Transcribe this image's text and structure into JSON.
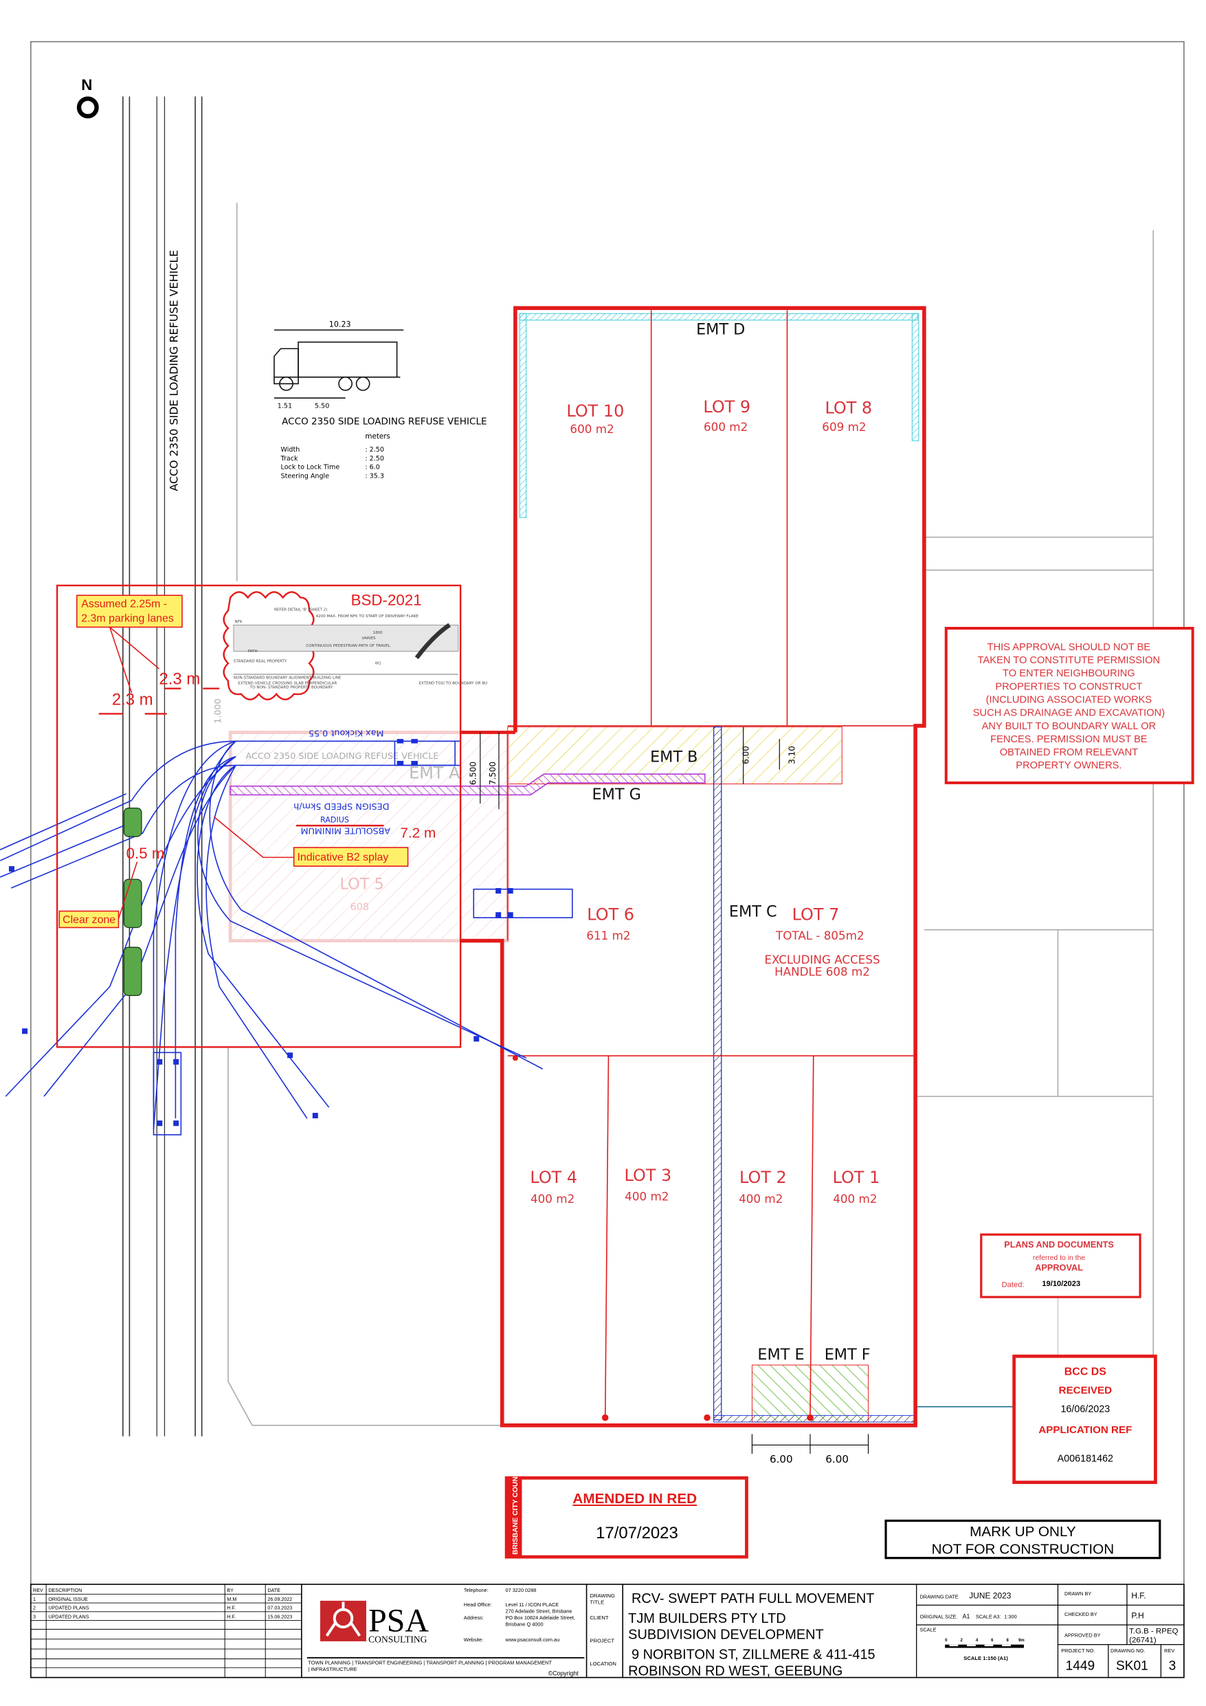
{
  "drawing": {
    "north_label": "N",
    "road_label": "ACCO 2350 SIDE LOADING REFUSE VEHICLE",
    "lots": [
      {
        "name": "LOT 10",
        "area": "600 m2"
      },
      {
        "name": "LOT 9",
        "area": "600 m2"
      },
      {
        "name": "LOT 8",
        "area": "609 m2"
      },
      {
        "name": "LOT 6",
        "area": "611 m2"
      },
      {
        "name": "LOT 4",
        "area": "400 m2"
      },
      {
        "name": "LOT 3",
        "area": "400 m2"
      },
      {
        "name": "LOT 2",
        "area": "400 m2"
      },
      {
        "name": "LOT 1",
        "area": "400 m2"
      }
    ],
    "lot7": {
      "name": "LOT 7",
      "total": "TOTAL - 805m2",
      "excl_line1": "EXCLUDING ACCESS",
      "excl_line2": "HANDLE 608 m2"
    },
    "lot5_ghost": {
      "name": "LOT 5",
      "area": "608"
    },
    "easements": {
      "a": "EMT A",
      "b": "EMT B",
      "c": "EMT C",
      "d": "EMT D",
      "e": "EMT E",
      "f": "EMT F",
      "g": "EMT G"
    },
    "dimensions": {
      "d6500": "6.500",
      "d7500": "7.500",
      "d600": "6.00",
      "d310": "3.10",
      "e_width": "6.00",
      "f_width": "6.00"
    }
  },
  "vehicle": {
    "overall_length": "10.23",
    "front_overhang": "1.51",
    "wheelbase": "5.50",
    "title": "ACCO 2350 SIDE LOADING REFUSE VEHICLE",
    "units": "meters",
    "specs": [
      {
        "label": "Width",
        "value": ": 2.50"
      },
      {
        "label": "Track",
        "value": ": 2.50"
      },
      {
        "label": "Lock to Lock Time",
        "value": ": 6.0"
      },
      {
        "label": "Steering Angle",
        "value": ": 35.3"
      }
    ]
  },
  "markup": {
    "bsd_title": "BSD-2021",
    "parking_note_line1": "Assumed 2.25m -",
    "parking_note_line2": "2.3m parking lanes",
    "dim_left": "2.3 m",
    "dim_right": "2.3 m",
    "dim_kerb": "1.000",
    "dim_clear": "0.5 m",
    "clear_zone": "Clear zone",
    "b2_splay": "Indicative B2 splay",
    "max_kickout": "Max Kickout 0.55",
    "design_speed": "DESIGN SPEED 5km/h",
    "radius_label": "RADIUS",
    "radius_value": "7.2 m",
    "abs_min": "ABSOLUTE MINIMUM",
    "swept_vehicle": "ACCO 2350 SIDE LOADING REFUSE VEHICLE",
    "bsd_notes": {
      "refer_b": "REFER DETAIL 'B' (SHEET 2)",
      "max4200": "4200 MAX. FROM NFK TO START OF DRIVEWAY FLARE",
      "nfk": "NFK",
      "path": "PATH",
      "continuous": "CONTINUOUS PEDESTRIAN PATH OF TRAVEL",
      "std_property": "STANDARD REAL PROPERTY",
      "varies": "VARIES",
      "w1": "W1",
      "non_std": "NON-STANDARD BOUNDARY ALIGNMENT/BUILDING LINE",
      "extend1": "EXTEND VEHICLE CROSSING SLAB PERPENDICULAR",
      "extend2": "TO NON- STANDARD PROPERTY BOUNDARY",
      "tgsi": "EXTEND TGSI TO BOUNDARY OR BU",
      "dim1800": "1800"
    }
  },
  "stamps": {
    "approval_note": [
      "THIS APPROVAL SHOULD NOT BE",
      "TAKEN TO CONSTITUTE PERMISSION",
      "TO ENTER NEIGHBOURING",
      "PROPERTIES TO CONSTRUCT",
      "(INCLUDING ASSOCIATED WORKS",
      "SUCH AS DRAINAGE AND EXCAVATION)",
      "ANY BUILT TO BOUNDARY WALL OR",
      "FENCES.  PERMISSION MUST BE",
      "OBTAINED FROM RELEVANT",
      "PROPERTY OWNERS."
    ],
    "plans": {
      "line1": "PLANS AND DOCUMENTS",
      "line2": "referred to in the",
      "line3": "APPROVAL",
      "dated_label": "Dated:",
      "dated": "19/10/2023"
    },
    "bcc": {
      "title": "BCC DS",
      "received": "RECEIVED",
      "date": "16/06/2023",
      "ref_label": "APPLICATION REF",
      "ref": "A006181462"
    },
    "amended": {
      "council": "BRISBANE CITY COUNCIL",
      "title": "AMENDED IN RED",
      "date": "17/07/2023"
    },
    "markup_only": {
      "line1": "MARK UP ONLY",
      "line2": "NOT FOR CONSTRUCTION"
    }
  },
  "title_block": {
    "rev_headers": [
      "REV",
      "DESCRIPTION",
      "BY",
      "DATE"
    ],
    "revisions": [
      {
        "rev": "1",
        "desc": "ORIGINAL ISSUE",
        "by": "M.M",
        "date": "26.09.2022"
      },
      {
        "rev": "2",
        "desc": "UPDATED PLANS",
        "by": "H.F.",
        "date": "07.03.2023"
      },
      {
        "rev": "3",
        "desc": "UPDATED PLANS",
        "by": "H.F.",
        "date": "15.06.2023"
      }
    ],
    "company": {
      "logo_main": "PSA",
      "logo_sub": "CONSULTING",
      "services_line1": "TOWN PLANNING | TRANSPORT ENGINEERING | TRANSPORT PLANNING | PROGRAM MANAGEMENT",
      "services_line2": "| INFRASTRUCTURE",
      "copyright": "©Copyright"
    },
    "contact": {
      "telephone_label": "Telephone:",
      "telephone": "07 3220 0288",
      "office_label": "Head Office:",
      "office": "Level 11 / ICON PLACE",
      "office2": "270 Adelaide Street, Brisbane",
      "address_label": "Address:",
      "address": "PO Box 10824 Adelaide Street,",
      "address2": "Brisbane Q 4000",
      "website_label": "Website:",
      "website": "www.psaconsult.com.au"
    },
    "labels": {
      "drawing_title": [
        "DRAWING",
        "TITLE"
      ],
      "client": "CLIENT",
      "project": "PROJECT",
      "location": "LOCATION"
    },
    "drawing_title": "RCV- SWEPT PATH FULL MOVEMENT",
    "client": "TJM BUILDERS PTY LTD",
    "project": "SUBDIVISION DEVELOPMENT",
    "location_line1": "9 NORBITON ST, ZILLMERE & 411-415",
    "location_line2": "ROBINSON RD WEST, GEEBUNG",
    "drawing_date_label": "DRAWING DATE",
    "drawing_date": "JUNE 2023",
    "original_size_label": "ORIGINAL SIZE.",
    "original_size": "A1",
    "scale_a3_label": "SCALE A3:",
    "scale_a3": "1:300",
    "scale_label": "SCALE",
    "scale_bar_ticks": [
      "0",
      "2",
      "4",
      "6",
      "8",
      "9m"
    ],
    "scale_bar_caption": "SCALE 1:150 (A1)",
    "drawn_by_label": "DRAWN BY",
    "drawn_by": "H.F.",
    "checked_by_label": "CHECKED BY",
    "checked_by": "P.H",
    "approved_by_label": "APPROVED BY",
    "approved_by_1": "T.G.B - RPEQ",
    "approved_by_2": "(26741)",
    "project_no_label": "PROJECT NO.",
    "project_no": "1449",
    "drawing_no_label": "DRAWING NO.",
    "drawing_no": "SK01",
    "rev_label": "REV",
    "rev": "3"
  },
  "colors": {
    "red": "#e31b1b",
    "lot_text": "#d9343a",
    "swept": "#1a2fd6",
    "emt_d": "#35c7d6",
    "emt_b": "#e6d84a",
    "emt_g": "#b23ad6",
    "emt_ef": "#6cc24a"
  }
}
